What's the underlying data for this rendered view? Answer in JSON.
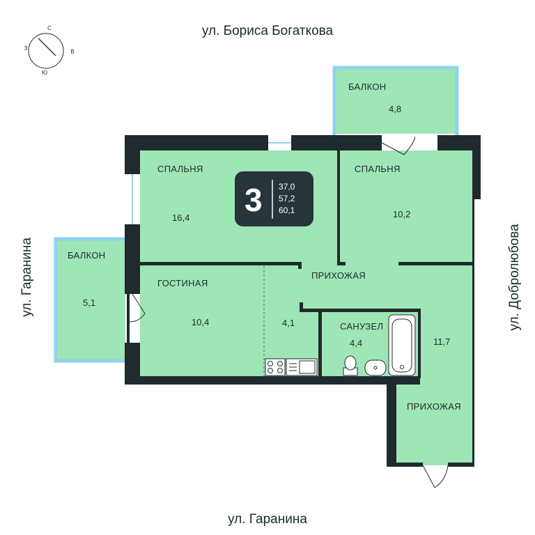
{
  "streets": {
    "top": "ул. Бориса Богаткова",
    "bottom": "ул. Гаранина",
    "left": "ул. Гаранина",
    "right": "ул. Добролюбова"
  },
  "compass": {
    "n": "С",
    "w": "З",
    "e": "В",
    "s": "Ю"
  },
  "badge": {
    "rooms": "3",
    "living": "37,0",
    "total": "57,2",
    "full": "60,1"
  },
  "rooms": {
    "balcony_top": {
      "name": "БАЛКОН",
      "area": "4,8"
    },
    "bedroom_left": {
      "name": "СПАЛЬНЯ",
      "area": "16,4"
    },
    "bedroom_right": {
      "name": "СПАЛЬНЯ",
      "area": "10,2"
    },
    "balcony_left": {
      "name": "БАЛКОН",
      "area": "5,1"
    },
    "living": {
      "name": "ГОСТИНАЯ",
      "area": "10,4"
    },
    "kitchen": {
      "area": "4,1"
    },
    "hall_upper": {
      "name": "ПРИХОЖАЯ"
    },
    "bathroom": {
      "name": "САНУЗЕЛ",
      "area": "4,4"
    },
    "hall_lower": {
      "name": "ПРИХОЖАЯ",
      "area": "11,7"
    }
  },
  "colors": {
    "floor": "#9ee6b5",
    "wall": "#1f2a2e",
    "window": "#8fd3ee",
    "badge": "#27343a"
  }
}
